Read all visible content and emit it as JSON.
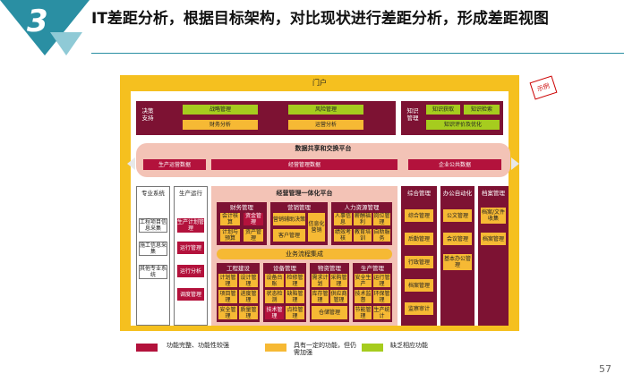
{
  "header": {
    "number": "3",
    "title": "IT差距分析，根据目标架构，对比现状进行差距分析，形成差距视图"
  },
  "page_number": "57",
  "diagram": {
    "portal": "门户",
    "example_tag": "示例",
    "decision": {
      "label": "决策\n支持",
      "items": [
        "战略管理",
        "风险管理",
        "财务分析",
        "运营分析"
      ]
    },
    "knowledge": {
      "label": "知识\n管理",
      "items": [
        "知识获取",
        "知识检索",
        "知识评价及优化"
      ]
    },
    "data_platform": {
      "title": "数据共享和交换平台",
      "items": [
        "生产运营数据",
        "经营管理数据",
        "企业公共数据"
      ]
    },
    "professional": {
      "title": "专业系统",
      "items": [
        "工程项目信息采集",
        "施工信息采集",
        "其他专业系统"
      ]
    },
    "production_ops": {
      "title": "生产运行",
      "items": [
        "生产计划管理",
        "运行管理",
        "运行分析",
        "调度管理"
      ]
    },
    "ops_mgmt": {
      "title": "经营管理一体化平台",
      "finance": {
        "title": "财务管理",
        "items": [
          "会计核算",
          "资金管理",
          "计划与预算",
          "资产管理"
        ]
      },
      "marketing": {
        "title": "营销管理",
        "items": [
          "营销辅助决策",
          "信息化营销",
          "客户管理"
        ]
      },
      "hr": {
        "title": "人力资源管理",
        "items": [
          "人事信息",
          "薪酬福利",
          "岗位管理",
          "绩效考核",
          "教育培训",
          "自助服务"
        ]
      },
      "process": "业务流程集成",
      "engineering": {
        "title": "工程建设",
        "items": [
          "计划管理",
          "设计管理",
          "项目管理",
          "进度管理",
          "安全管理",
          "质量管理"
        ]
      },
      "equipment": {
        "title": "设备管理",
        "items": [
          "设备台账",
          "检修管理",
          "状态检测",
          "缺陷管理",
          "技术管理",
          "点检管理"
        ]
      },
      "materials": {
        "title": "物资管理",
        "items": [
          "需求计划",
          "采购管理",
          "库存管理",
          "供应商管理",
          "仓储管理"
        ]
      },
      "production_mgmt": {
        "title": "生产管理",
        "items": [
          "安全生产",
          "运行管理",
          "技术监督",
          "环保管理",
          "节能管理",
          "生产统计"
        ]
      }
    },
    "comprehensive": {
      "title": "综合管理",
      "items": [
        "综合管理",
        "后勤管理",
        "行政管理",
        "档案管理",
        "监察审计"
      ]
    },
    "office": {
      "title": "办公自动化",
      "items": [
        "公文管理",
        "会议管理",
        "基本办公管理"
      ]
    },
    "archive": {
      "title": "档案管理",
      "items": [
        "档案/文件收集",
        "档案管理"
      ]
    }
  },
  "legend": {
    "items": [
      {
        "label": "功能完整、功能性较强",
        "color": "#b3123c"
      },
      {
        "label": "具有一定的功能，但仍需加强",
        "color": "#f6b934"
      },
      {
        "label": "缺乏相应功能",
        "color": "#a6cc1e"
      }
    ]
  }
}
